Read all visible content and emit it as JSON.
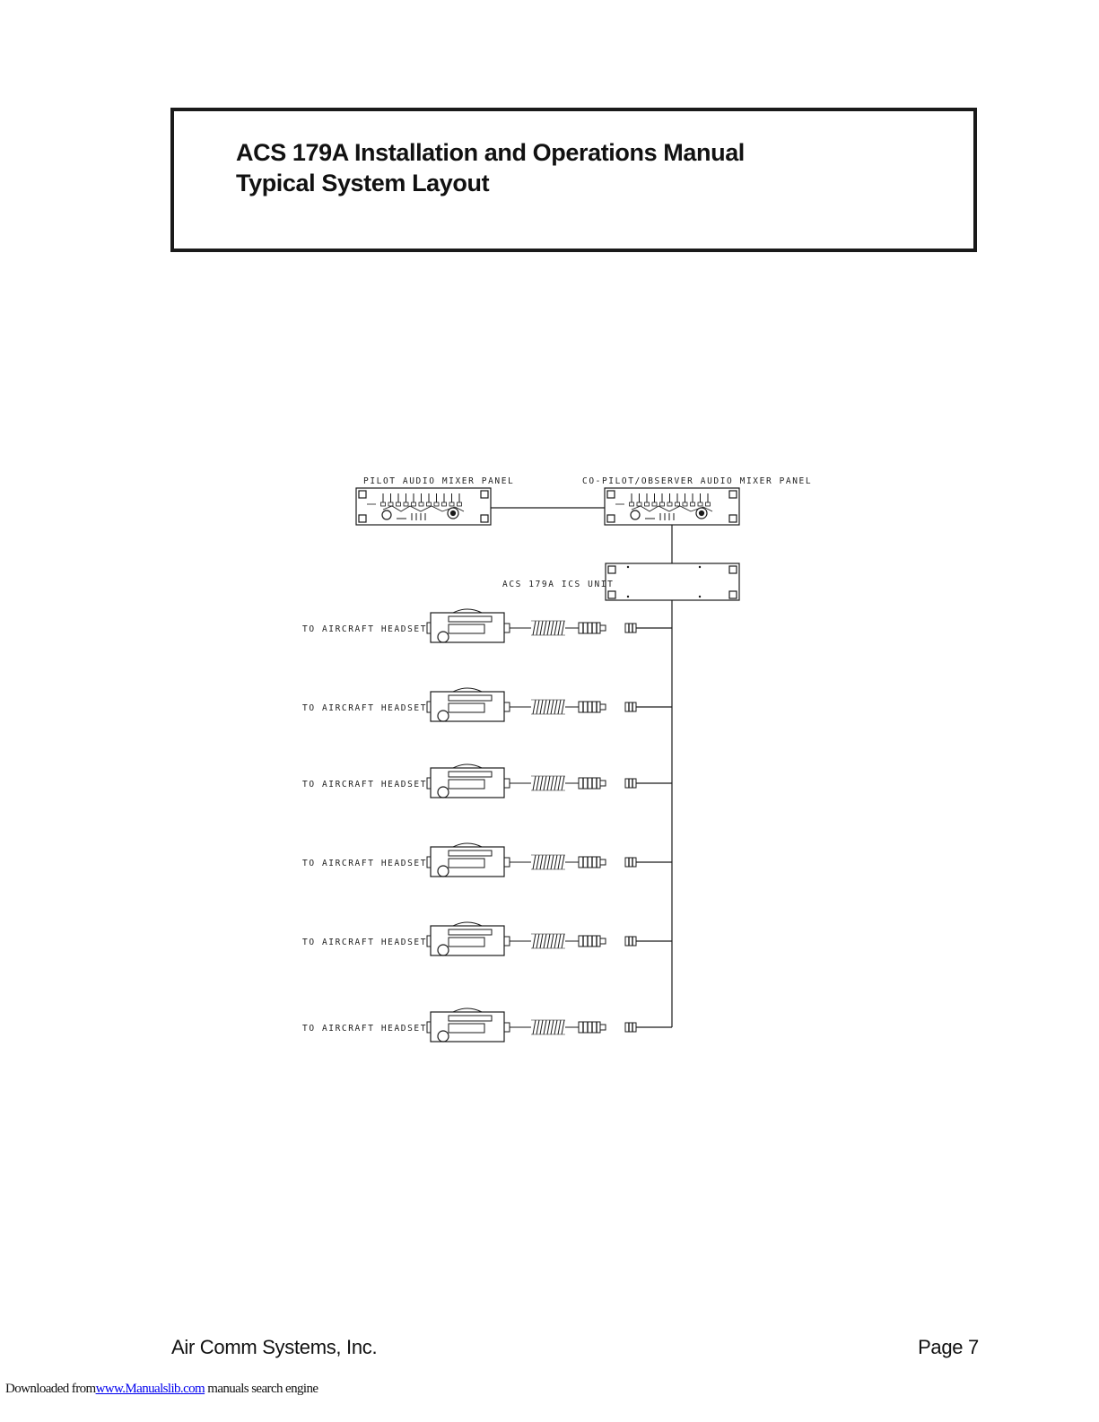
{
  "header": {
    "title": "ACS 179A Installation and Operations Manual",
    "subtitle": "Typical System Layout"
  },
  "diagram": {
    "pilot_panel_label": "PILOT AUDIO MIXER PANEL",
    "copilot_panel_label": "CO-PILOT/OBSERVER AUDIO MIXER PANEL",
    "ics_unit_label": "ACS 179A ICS UNIT",
    "headset_labels": [
      "TO AIRCRAFT HEADSET",
      "TO AIRCRAFT HEADSET",
      "TO AIRCRAFT HEADSET",
      "TO AIRCRAFT HEADSET",
      "TO AIRCRAFT HEADSET",
      "TO AIRCRAFT HEADSET"
    ]
  },
  "footer": {
    "company": "Air Comm Systems, Inc.",
    "page": "Page 7"
  },
  "watermark": {
    "prefix": "Downloaded from",
    "link_text": "www.Manualslib.com",
    "suffix": " manuals search engine"
  }
}
